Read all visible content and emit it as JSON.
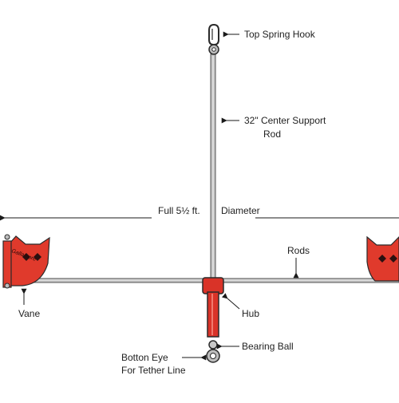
{
  "labels": {
    "top_spring_hook": "Top Spring Hook",
    "center_rod_line1": "32\" Center Support",
    "center_rod_line2": "Rod",
    "full_label": "Full 5½ ft.",
    "diameter": "Diameter",
    "rods": "Rods",
    "vane": "Vane",
    "hub": "Hub",
    "bearing_ball": "Bearing Ball",
    "bottom_eye_line1": "Botton Eye",
    "bottom_eye_line2": "For Tether Line",
    "vane_brand": "Gallamore"
  },
  "colors": {
    "vane_red": "#e03a2c",
    "hub_red": "#d93328",
    "rod_gray": "#9c9c9c",
    "outline": "#2a2a2a"
  }
}
